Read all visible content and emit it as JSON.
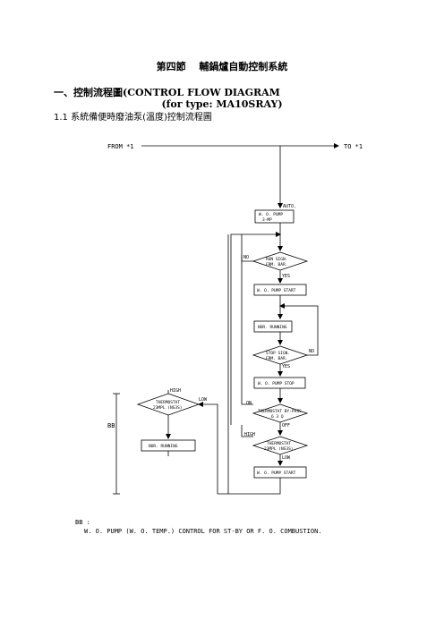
{
  "header": {
    "section_title": "第四節　 輔鍋爐自動控制系統",
    "main_title": "一、控制流程圖(CONTROL FLOW DIAGRAM",
    "type_line": "(for type: MA10SRAY)",
    "subtitle": "1.1 系統備便時廢油泵(溫度)控制流程圖"
  },
  "diagram": {
    "from_label": "FROM *1",
    "to_label": "TO *1",
    "auto_label": "AUTO.",
    "wo_pump_3mp": [
      "W. O. PUMP",
      "3-MP"
    ],
    "run_sign": [
      "RUN SIGN.",
      "FRM. BAR."
    ],
    "no_label": "NO",
    "yes_label": "YES",
    "wo_pump_start": "W. O. PUMP START",
    "nor_running": "NOR. RUNNING",
    "stop_sign": [
      "STOP SIGN.",
      "FRM. BAR."
    ],
    "wo_pump_stop": "W. O. PUMP STOP",
    "on_label": "ON",
    "off_label": "OFF",
    "thermostat_bypass": [
      "THERMOSTAT BY-PASS",
      "6 3 Q"
    ],
    "high_label": "HIGH",
    "low_label": "LOW",
    "thermostat_tmpl": [
      "THERMOSTAT",
      "23MPL (NS3S)"
    ],
    "thermostat_left": [
      "THERMOSTAT",
      "23MPL (NS3S)"
    ],
    "nor_running_left": "NOR. RUNNING",
    "wo_pump_start_bottom": "W. O. PUMP START",
    "bb_label": "BB"
  },
  "footnote": {
    "bb": "BB :",
    "line": "W. O. PUMP  (W. O. TEMP.)    CONTROL FOR ST-BY OR   F. O. COMBUSTION."
  }
}
